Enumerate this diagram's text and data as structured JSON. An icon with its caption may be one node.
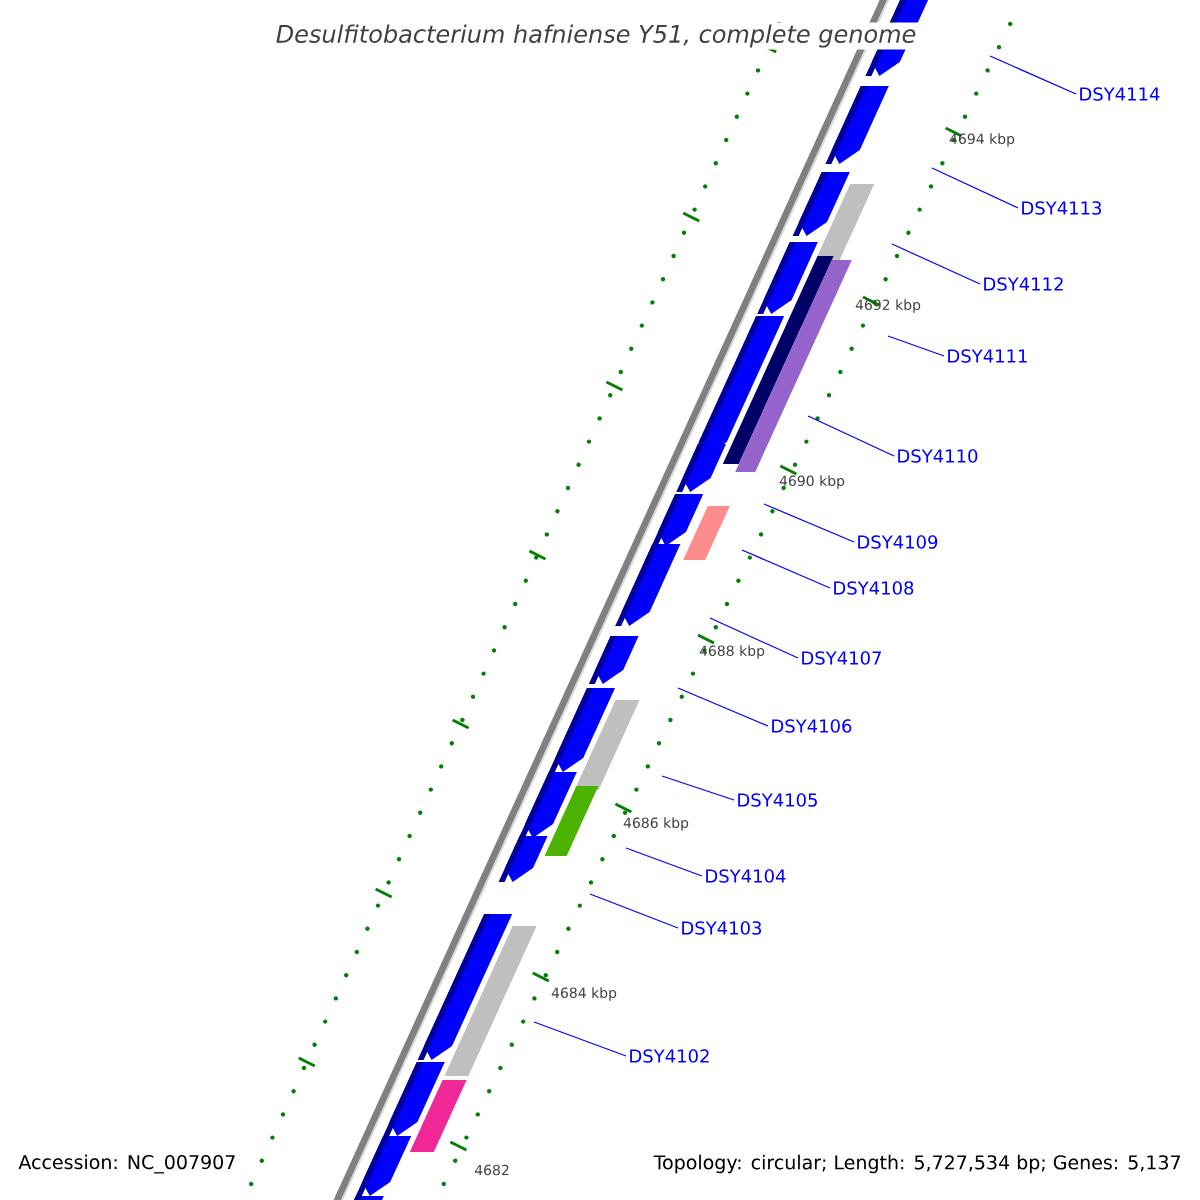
{
  "diagram": {
    "title": "Desulfitobacterium hafniense Y51, complete genome",
    "nodes": [
      {
        "text": [
          "DSY4114"
        ]
      },
      {
        "text": [
          "DSY4113"
        ]
      },
      {
        "text": [
          "DSY4112"
        ]
      },
      {
        "text": [
          "DSY4111"
        ]
      },
      {
        "text": [
          "DSY4110"
        ]
      },
      {
        "text": [
          "DSY4109"
        ]
      },
      {
        "text": [
          "DSY4108"
        ]
      },
      {
        "text": [
          "DSY4107"
        ]
      },
      {
        "text": [
          "DSY4106"
        ]
      },
      {
        "text": [
          "DSY4105"
        ]
      },
      {
        "text": [
          "DSY4104"
        ]
      },
      {
        "text": [
          "DSY4103"
        ]
      },
      {
        "text": [
          "DSY4102"
        ]
      }
    ],
    "edges": [
      {
        "from": 0,
        "to": null,
        "arrow": "none"
      },
      {
        "from": 1,
        "to": null,
        "arrow": "none"
      },
      {
        "from": 2,
        "to": null,
        "arrow": "none"
      },
      {
        "from": 3,
        "to": null,
        "arrow": "none"
      },
      {
        "from": 4,
        "to": null,
        "arrow": "none"
      },
      {
        "from": 5,
        "to": null,
        "arrow": "none"
      },
      {
        "from": 6,
        "to": null,
        "arrow": "none"
      },
      {
        "from": 7,
        "to": null,
        "arrow": "none"
      },
      {
        "from": 8,
        "to": null,
        "arrow": "none"
      },
      {
        "from": 9,
        "to": null,
        "arrow": "none"
      },
      {
        "from": 10,
        "to": null,
        "arrow": "none"
      },
      {
        "from": 11,
        "to": null,
        "arrow": "none"
      },
      {
        "from": 12,
        "to": null,
        "arrow": "none"
      }
    ],
    "labels": [
      "4694 kbp",
      "4692 kbp",
      "4690 kbp",
      "4688 kbp",
      "4686 kbp",
      "4684 kbp",
      "4682",
      "Accession: NC_007907",
      "Topology: circular; Length: 5,727,534 bp; Genes: 5,137"
    ]
  }
}
